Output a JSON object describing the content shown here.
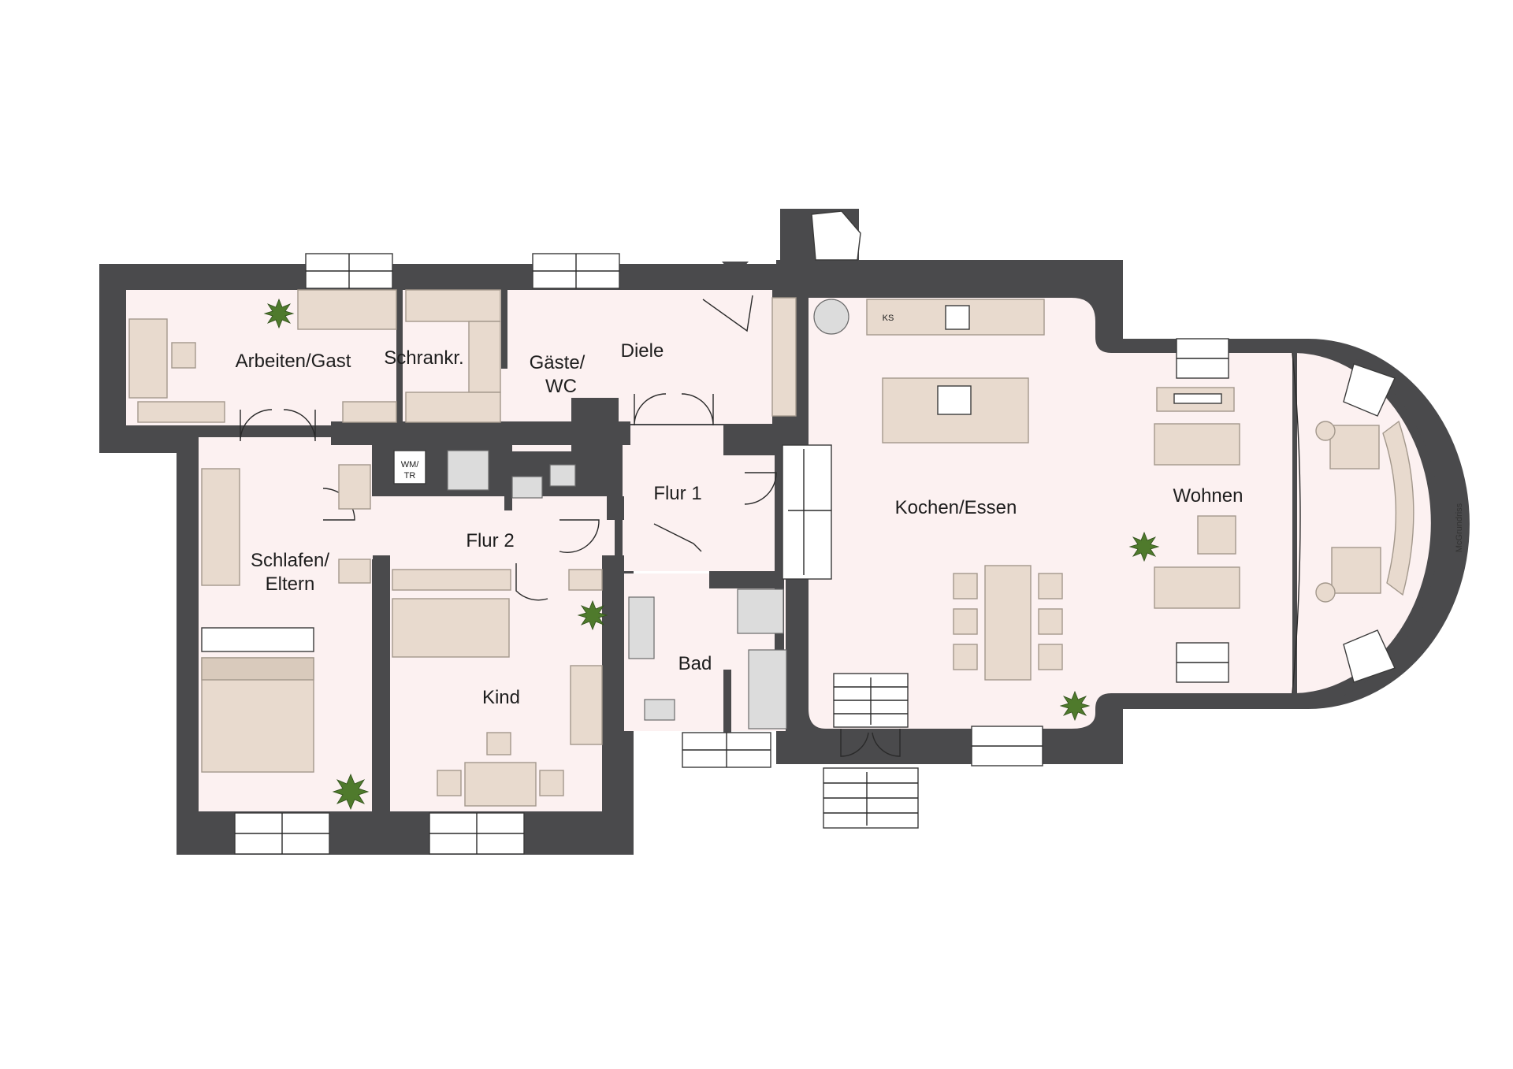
{
  "rooms": {
    "arbeiten": "Arbeiten/Gast",
    "schrankraum": "Schrankr.",
    "gaeste_wc_1": "Gäste/",
    "gaeste_wc_2": "WC",
    "diele": "Diele",
    "flur1": "Flur 1",
    "flur2": "Flur 2",
    "schlafen_1": "Schlafen/",
    "schlafen_2": "Eltern",
    "kind": "Kind",
    "bad": "Bad",
    "kochen_essen": "Kochen/Essen",
    "wohnen": "Wohnen"
  },
  "fixtures": {
    "wm_tr_1": "WM/",
    "wm_tr_2": "TR",
    "ks": "KS"
  },
  "brand": "McGrundriss",
  "colors": {
    "wall": "#4a4a4c",
    "floor": "#fcf1f1",
    "furniture": "#e8dace",
    "plant": "#4f7a2c"
  }
}
